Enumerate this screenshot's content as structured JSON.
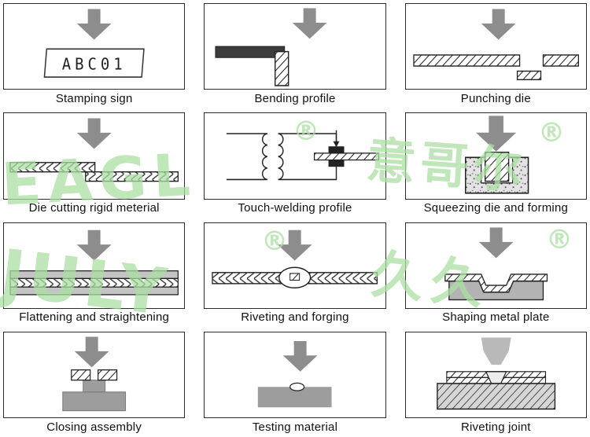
{
  "palette": {
    "arrow_gray": "#8d8d8d",
    "metal_gray": "#9d9d9d",
    "watermark_green": "#abdfa2",
    "line_black": "#222222"
  },
  "watermark": {
    "en1": "EAGL",
    "en2": "JULY",
    "cn1": "意哥尔",
    "cn2": "久久",
    "reg": "®"
  },
  "panels": [
    {
      "label": "Stamping sign",
      "sign_text": "ABC01"
    },
    {
      "label": "Bending profile"
    },
    {
      "label": "Punching die"
    },
    {
      "label": "Die cutting rigid meterial"
    },
    {
      "label": "Touch-welding profile"
    },
    {
      "label": "Squeezing die and forming"
    },
    {
      "label": "Flattening and straightening"
    },
    {
      "label": "Riveting and forging"
    },
    {
      "label": "Shaping metal plate"
    },
    {
      "label": "Closing assembly"
    },
    {
      "label": "Testing material"
    },
    {
      "label": "Riveting joint"
    }
  ]
}
